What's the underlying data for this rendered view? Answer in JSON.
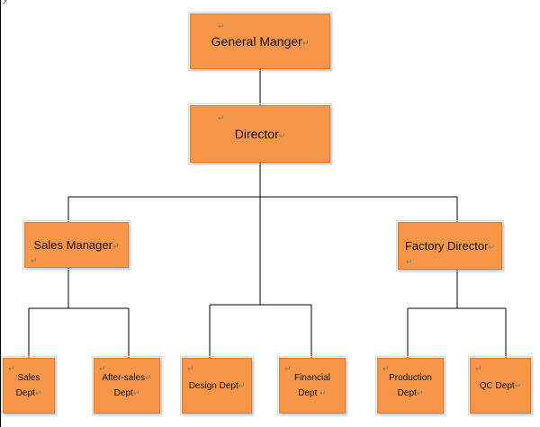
{
  "paragraph_mark": "↵",
  "top_glyph": "y",
  "colors": {
    "box_fill": "#f79646",
    "box_border": "#e07b2a",
    "line": "#000000"
  },
  "nodes": {
    "general_manager": {
      "label": "General Manger"
    },
    "director": {
      "label": "Director"
    },
    "sales_manager": {
      "label": "Sales Manager"
    },
    "factory_director": {
      "label": "Factory Director"
    },
    "sales_dept": {
      "label": "Sales Dept"
    },
    "after_sales_dept": {
      "label_line1": "After-sales",
      "label_line2": "Dept"
    },
    "design_dept": {
      "label": "Design Dept"
    },
    "financial_dept": {
      "label_line1": "Financial",
      "label_line2": "Dept"
    },
    "production_dept": {
      "label_line1": "Production",
      "label_line2": "Dept"
    },
    "qc_dept": {
      "label": "QC Dept"
    }
  }
}
